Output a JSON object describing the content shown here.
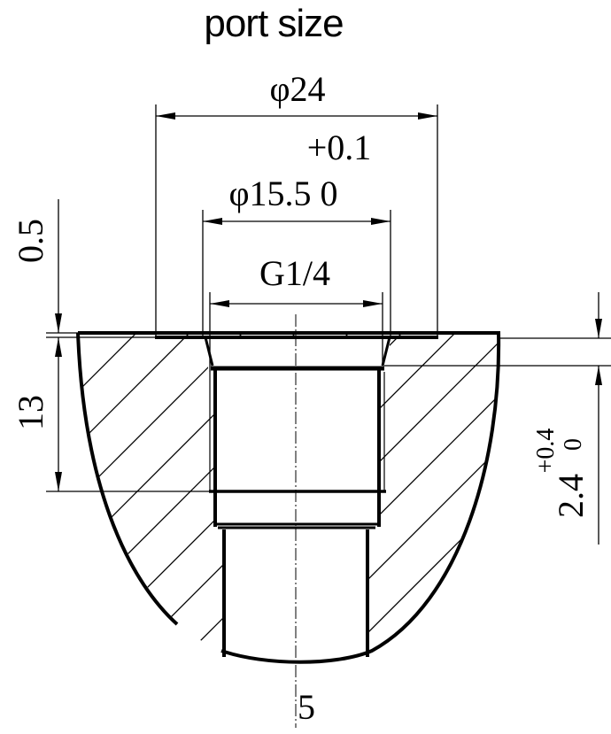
{
  "title": "port size",
  "dimensions": {
    "outer_diameter": "φ24",
    "counterbore_tolerance_upper": "+0.1",
    "counterbore_diameter": "φ15.5 0",
    "thread": "G1/4",
    "counterbore_depth": "0.5",
    "thread_depth": "13",
    "chamfer_depth": "2.4",
    "chamfer_tolerance": "+0.4",
    "chamfer_tolerance_lower": "0",
    "bottom_dim": "5"
  },
  "colors": {
    "line": "#000000",
    "background": "#ffffff"
  }
}
